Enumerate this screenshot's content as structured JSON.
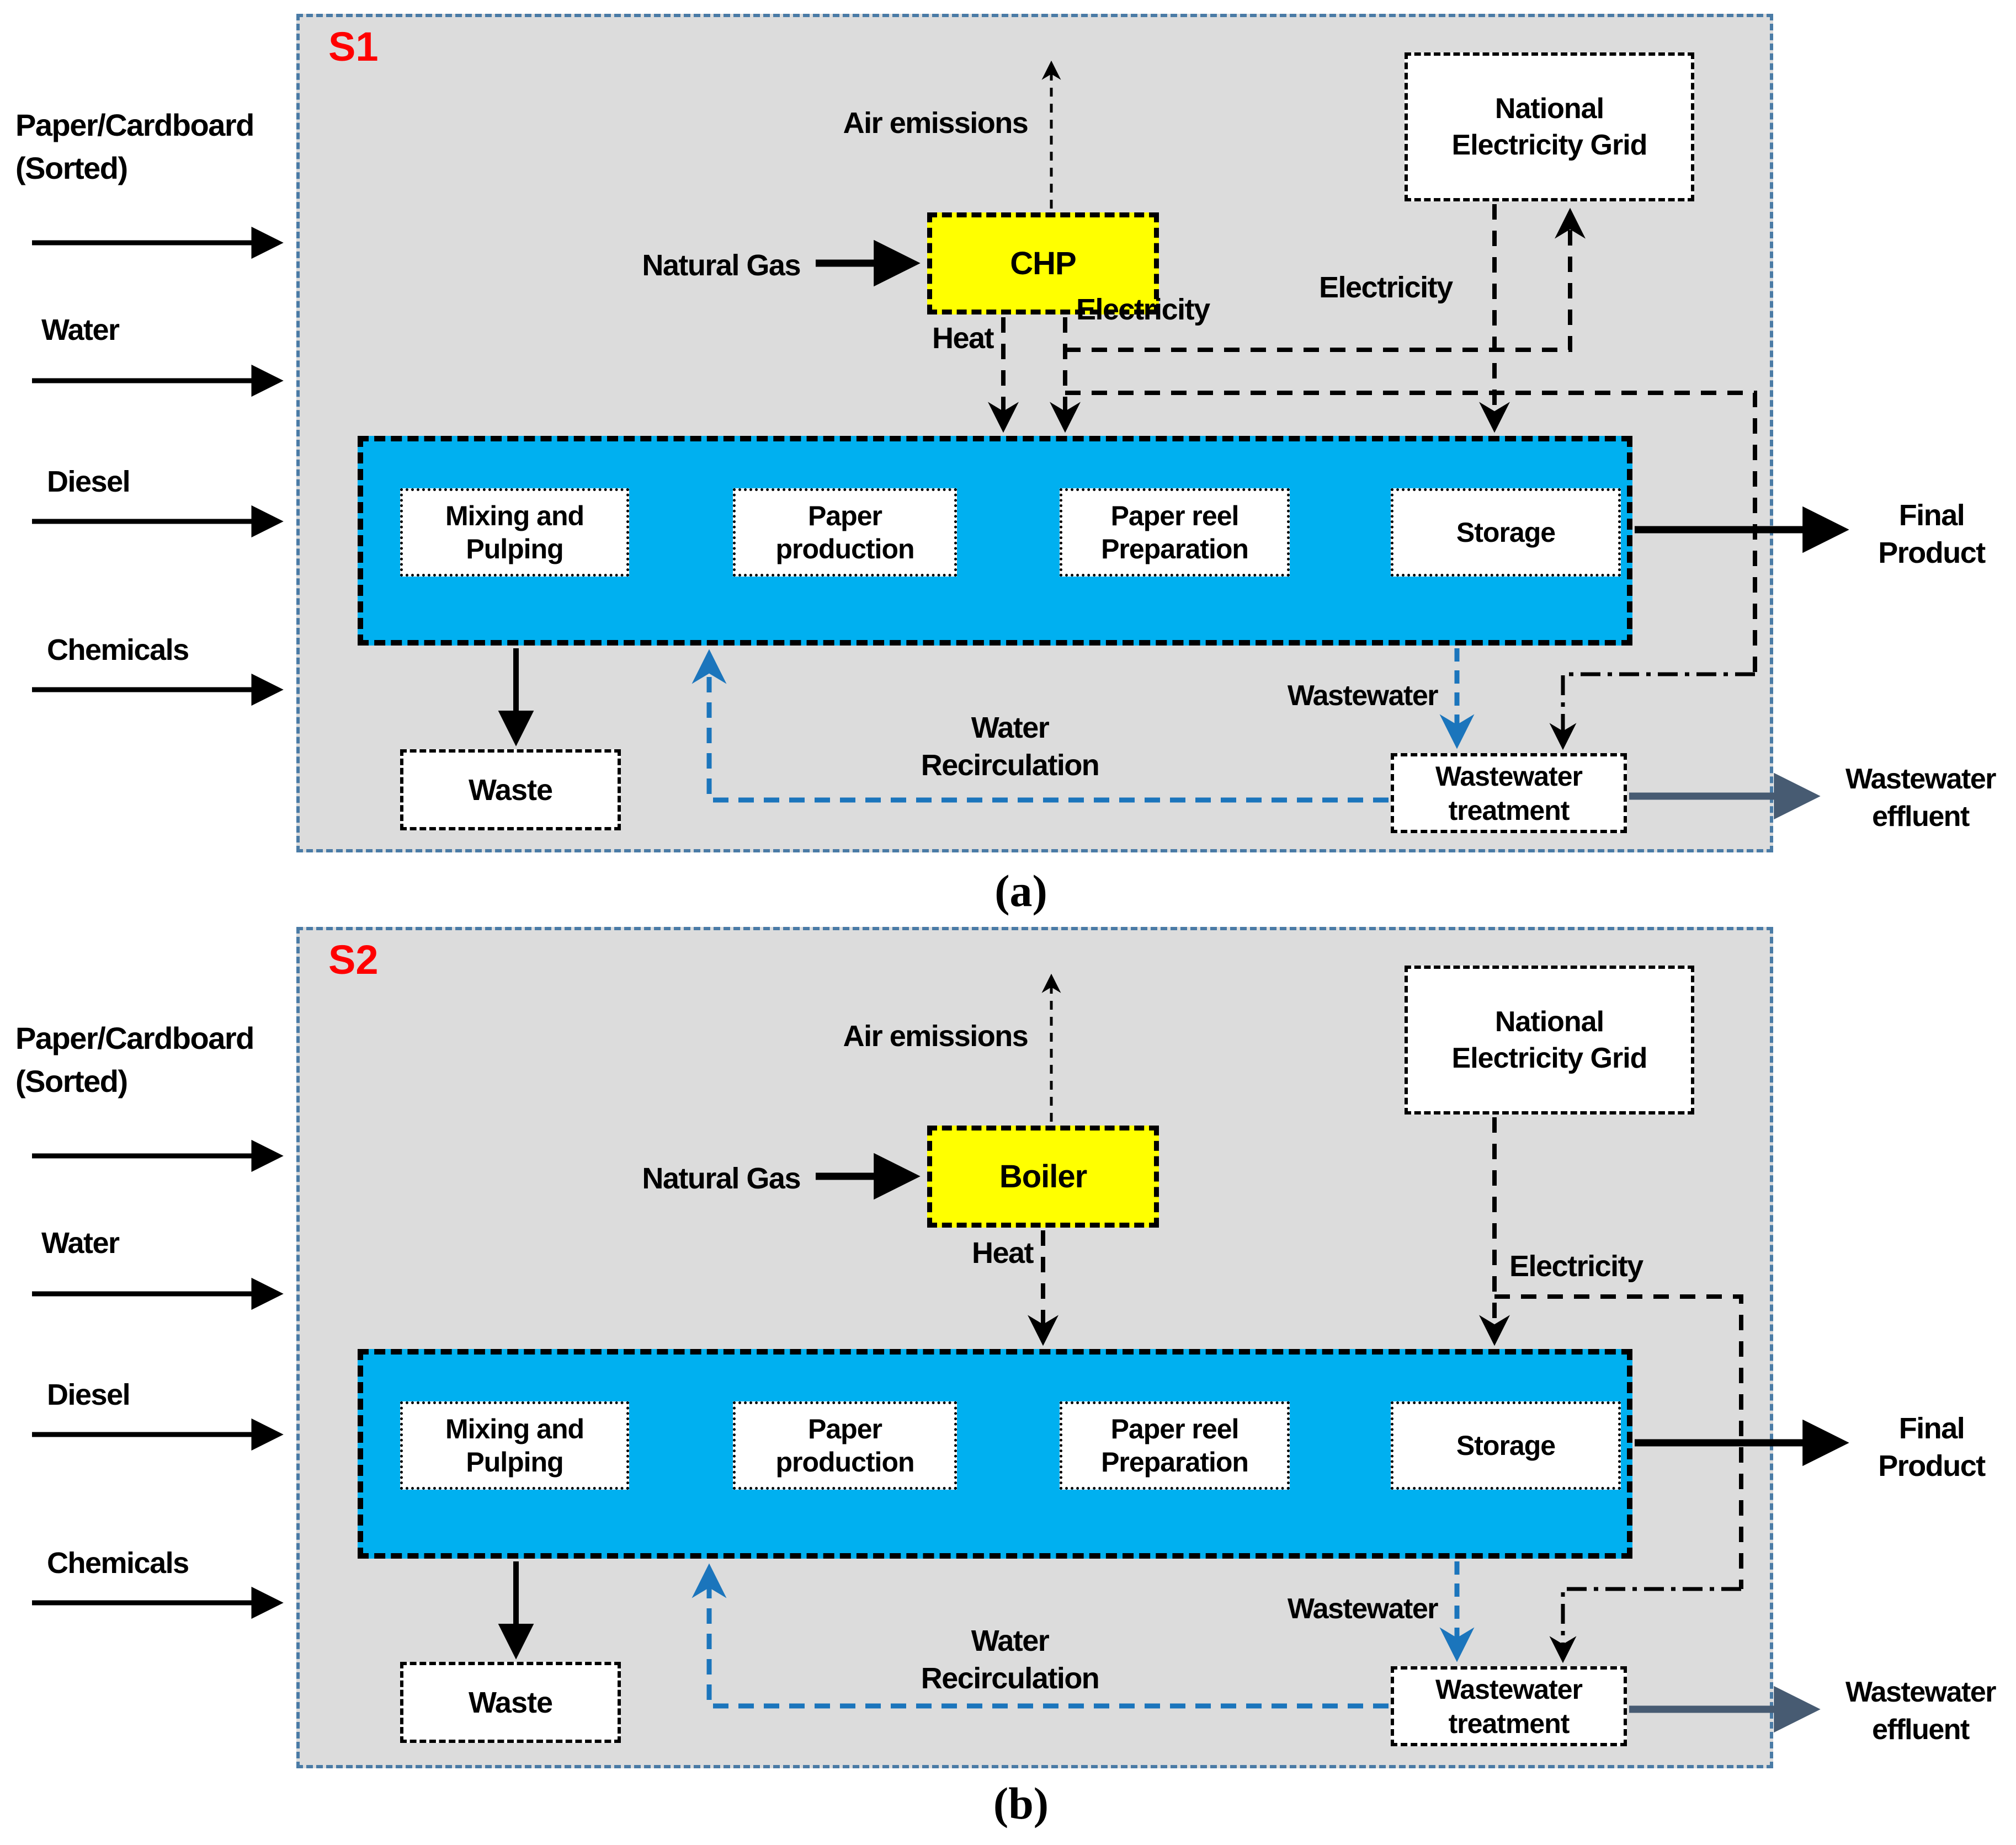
{
  "figure": {
    "colors": {
      "panel_bg": "#dcdcdc",
      "panel_border": "#4a7ba6",
      "band_fill": "#00b0f0",
      "unit_fill": "#ffff00",
      "scenario_color": "#ff0000",
      "recirc_blue": "#1b75bc",
      "effluent_gray": "#475b72",
      "line_black": "#000000"
    },
    "panel_a": {
      "scenario": "S1",
      "caption": "(a)",
      "input_line1": "Paper/Cardboard",
      "input_line2": "(Sorted)",
      "input_water": "Water",
      "input_diesel": "Diesel",
      "input_chemicals": "Chemicals",
      "natural_gas": "Natural Gas",
      "energy_unit": "CHP",
      "air_emissions": "Air emissions",
      "heat": "Heat",
      "electricity_export": "Electricity",
      "grid_line1": "National",
      "grid_line2": "Electricity Grid",
      "electricity_import": "Electricity",
      "proc1_line1": "Mixing and",
      "proc1_line2": "Pulping",
      "proc2_line1": "Paper",
      "proc2_line2": "production",
      "proc3_line1": "Paper reel",
      "proc3_line2": "Preparation",
      "proc4": "Storage",
      "waste": "Waste",
      "recirc_line1": "Water",
      "recirc_line2": "Recirculation",
      "wastewater": "Wastewater",
      "wwt_line1": "Wastewater",
      "wwt_line2": "treatment",
      "final_line1": "Final",
      "final_line2": "Product",
      "effluent_line1": "Wastewater",
      "effluent_line2": "effluent"
    },
    "panel_b": {
      "scenario": "S2",
      "caption": "(b)",
      "input_line1": "Paper/Cardboard",
      "input_line2": "(Sorted)",
      "input_water": "Water",
      "input_diesel": "Diesel",
      "input_chemicals": "Chemicals",
      "natural_gas": "Natural Gas",
      "energy_unit": "Boiler",
      "air_emissions": "Air emissions",
      "heat": "Heat",
      "grid_line1": "National",
      "grid_line2": "Electricity Grid",
      "electricity_import": "Electricity",
      "proc1_line1": "Mixing and",
      "proc1_line2": "Pulping",
      "proc2_line1": "Paper",
      "proc2_line2": "production",
      "proc3_line1": "Paper reel",
      "proc3_line2": "Preparation",
      "proc4": "Storage",
      "waste": "Waste",
      "recirc_line1": "Water",
      "recirc_line2": "Recirculation",
      "wastewater": "Wastewater",
      "wwt_line1": "Wastewater",
      "wwt_line2": "treatment",
      "final_line1": "Final",
      "final_line2": "Product",
      "effluent_line1": "Wastewater",
      "effluent_line2": "effluent"
    }
  }
}
